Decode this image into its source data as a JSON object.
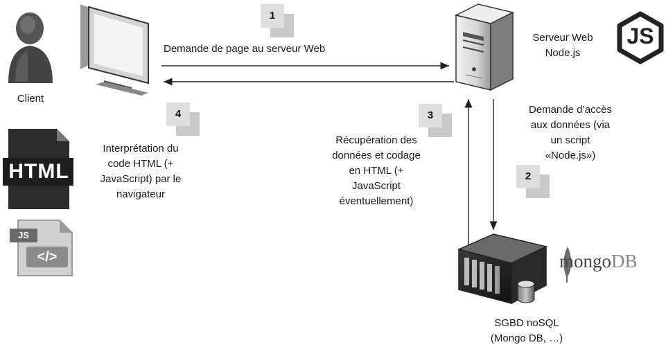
{
  "actors": {
    "client_label": "Client",
    "server_label_line1": "Serveur Web",
    "server_label_line2": "Node.js",
    "db_label_line1": "SGBD noSQL",
    "db_label_line2": "(Mongo DB, …)"
  },
  "steps": [
    {
      "number": "1",
      "text_lines": [
        "Demande de page au serveur Web"
      ]
    },
    {
      "number": "2",
      "text_lines": [
        "Demande d’accès",
        "aux données (via",
        "un script",
        "«Node.js»)"
      ]
    },
    {
      "number": "3",
      "text_lines": [
        "Récupération des",
        "données et codage",
        "en HTML (+",
        "JavaScript",
        "éventuellement)"
      ]
    },
    {
      "number": "4",
      "text_lines": [
        "Interprétation du",
        "code HTML (+",
        "JavaScript) par le",
        "navigateur"
      ]
    }
  ],
  "logos": {
    "nodejs_text": "JS",
    "mongodb_word": "mongo",
    "mongodb_suffix": "DB",
    "html_file_text": "HTML",
    "js_file_text": "JS",
    "js_file_code": "</>"
  },
  "colors": {
    "arrow": "#222222",
    "icon_dark": "#3a3a3a",
    "icon_mid": "#8a8a8a",
    "icon_light": "#d9d9d9",
    "mongo_leaf": "#6b6b6b"
  }
}
